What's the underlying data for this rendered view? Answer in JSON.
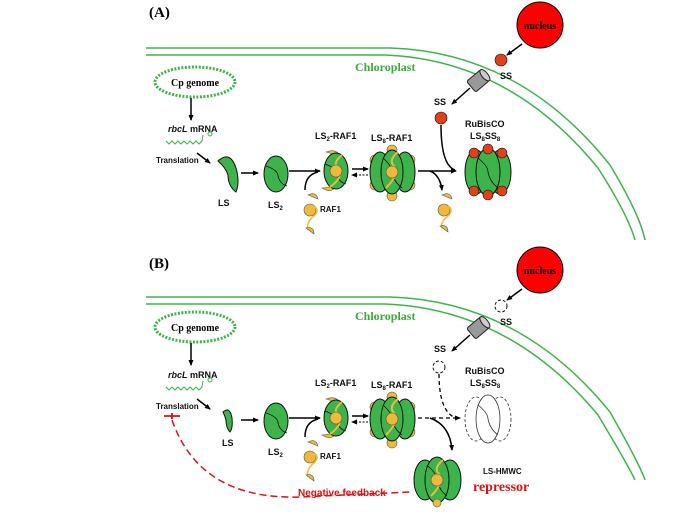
{
  "panels": [
    {
      "label": "(A)",
      "compartment": "Chloroplast",
      "nucleus": "nucleus",
      "genome": "Cp genome",
      "mrna": {
        "gene": "rbcL",
        "suffix": " mRNA"
      },
      "translation": "Translation",
      "ss_outside": "SS",
      "ss_inside": "SS",
      "steps": {
        "ls": "LS",
        "ls2": "LS",
        "ls2_sub": "2",
        "ls2raf1_a": "LS",
        "ls2raf1_sub": "2",
        "ls2raf1_b": "-RAF1",
        "raf1": "RAF1",
        "ls8raf1_a": "LS",
        "ls8raf1_sub": "8",
        "ls8raf1_b": "-RAF1",
        "rubisco": "RuBisCO",
        "rubisco_f_a": "LS",
        "rubisco_f_sub1": "8",
        "rubisco_f_b": "SS",
        "rubisco_f_sub2": "8"
      }
    },
    {
      "label": "(B)",
      "compartment": "Chloroplast",
      "nucleus": "nucleus",
      "genome": "Cp genome",
      "mrna": {
        "gene": "rbcL",
        "suffix": " mRNA"
      },
      "translation": "Translation",
      "ss_outside": "SS",
      "ss_inside": "SS",
      "steps": {
        "ls": "LS",
        "ls2": "LS",
        "ls2_sub": "2",
        "ls2raf1_a": "LS",
        "ls2raf1_sub": "2",
        "ls2raf1_b": "-RAF1",
        "raf1": "RAF1",
        "ls8raf1_a": "LS",
        "ls8raf1_sub": "8",
        "ls8raf1_b": "-RAF1",
        "rubisco": "RuBisCO",
        "rubisco_f_a": "LS",
        "rubisco_f_sub1": "8",
        "rubisco_f_b": "SS",
        "rubisco_f_sub2": "8"
      },
      "hmwc": "LS-HMWC",
      "repressor": "repressor",
      "feedback": "Negative feedback"
    }
  ],
  "colors": {
    "membrane": "#3db54a",
    "protein_green": "#3cb44b",
    "raf1_yellow": "#f0b93a",
    "ss_red": "#e0401a",
    "nucleus_red": "#ff0000",
    "feedback_red": "#e01010"
  }
}
